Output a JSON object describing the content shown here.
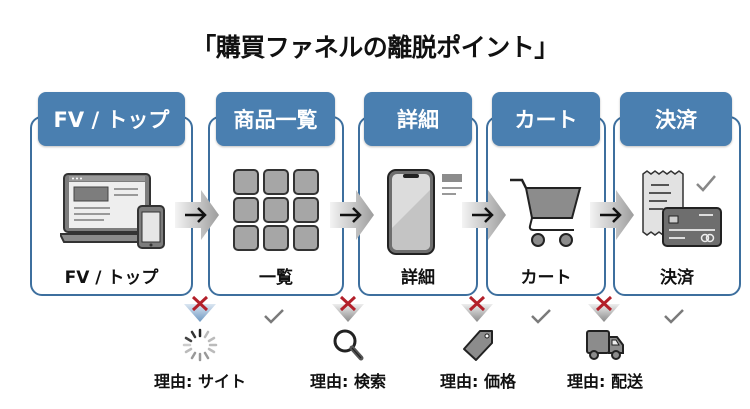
{
  "title": "「購買ファネルの離脱ポイント」",
  "colors": {
    "accent": "#4a7fb0",
    "border": "#3d6f9e",
    "drop_mark": "#b3202a",
    "check": "#7a7a7a",
    "icon_gray": "#8c8c8c"
  },
  "stages": [
    {
      "header": "FV / トップ",
      "label": "FV / トップ",
      "icon": "laptop-and-phone-icon"
    },
    {
      "header": "商品一覧",
      "label": "一覧",
      "icon": "product-grid-icon"
    },
    {
      "header": "詳細",
      "label": "詳細",
      "icon": "smartphone-detail-icon"
    },
    {
      "header": "カート",
      "label": "カート",
      "icon": "shopping-cart-icon"
    },
    {
      "header": "決済",
      "label": "決済",
      "icon": "receipt-and-credit-card-icon"
    }
  ],
  "flow_arrow": "→",
  "drop_points": [
    {
      "after_stage": "FV / トップ",
      "mark": "×",
      "reason_icon": "loading-spinner-icon",
      "reason": "理由: サイト"
    },
    {
      "after_stage": "商品一覧",
      "mark": "×",
      "reason_icon": "magnifier-icon",
      "reason": "理由: 検索"
    },
    {
      "after_stage": "詳細",
      "mark": "×",
      "reason_icon": "price-tag-icon",
      "reason": "理由: 価格"
    },
    {
      "after_stage": "カート",
      "mark": "×",
      "reason_icon": "delivery-truck-icon",
      "reason": "理由: 配送"
    }
  ],
  "pass_checks": [
    "商品一覧",
    "カート",
    "決済"
  ]
}
